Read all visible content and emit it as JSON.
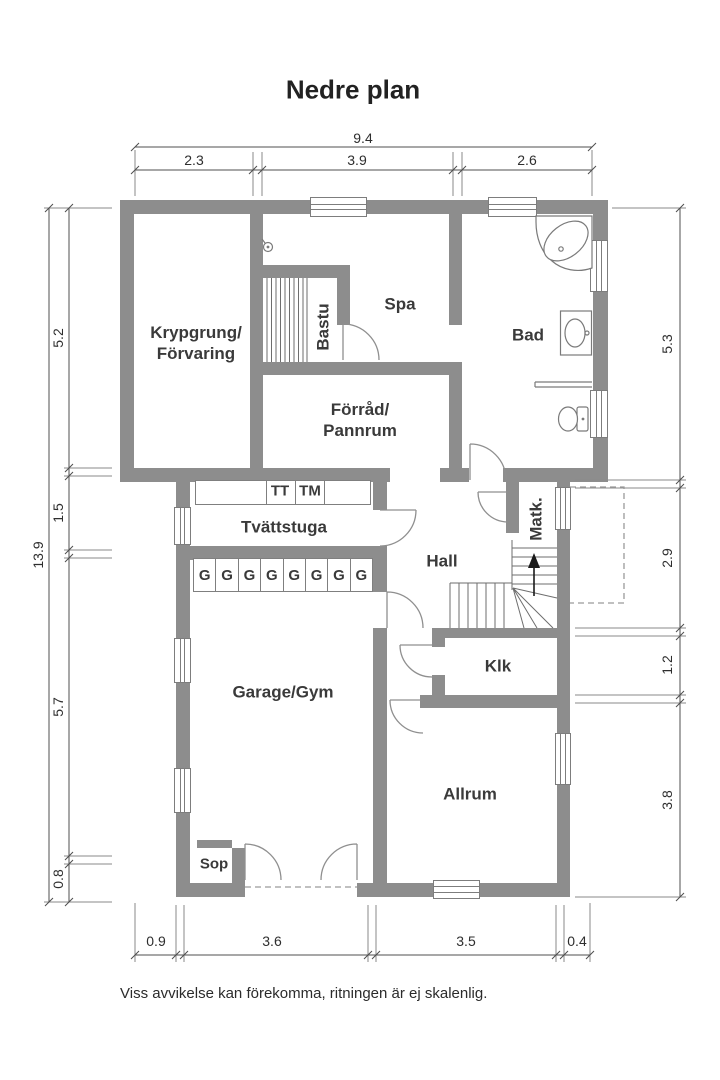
{
  "header": {
    "title": "Nedre plan"
  },
  "footer": {
    "disclaimer": "Viss avvikelse kan förekomma, ritningen är ej skalenlig."
  },
  "rooms": {
    "krypgrund": {
      "line1": "Krypgrung/",
      "line2": "Förvaring"
    },
    "bastu": "Bastu",
    "spa": "Spa",
    "bad": "Bad",
    "forrad": {
      "line1": "Förråd/",
      "line2": "Pannrum"
    },
    "tvattstuga": "Tvättstuga",
    "hall": "Hall",
    "matk": "Matk.",
    "garage": "Garage/Gym",
    "klk": "Klk",
    "allrum": "Allrum",
    "sop": "Sop"
  },
  "appliances": {
    "tt": "TT",
    "tm": "TM",
    "wardrobe": [
      "G",
      "G",
      "G",
      "G",
      "G",
      "G",
      "G",
      "G"
    ]
  },
  "dimensions": {
    "top_total": "9.4",
    "top_segments": [
      "2.3",
      "3.9",
      "2.6"
    ],
    "left_total": "13.9",
    "left_segments": [
      "5.2",
      "1.5",
      "5.7",
      "0.8"
    ],
    "right_segments": [
      "5.3",
      "2.9",
      "1.2",
      "3.8"
    ],
    "bottom_segments": [
      "0.9",
      "3.6",
      "3.5",
      "0.4"
    ]
  },
  "colors": {
    "wall": "#8d8d8d",
    "line": "#4f4f4f",
    "text": "#333333"
  }
}
